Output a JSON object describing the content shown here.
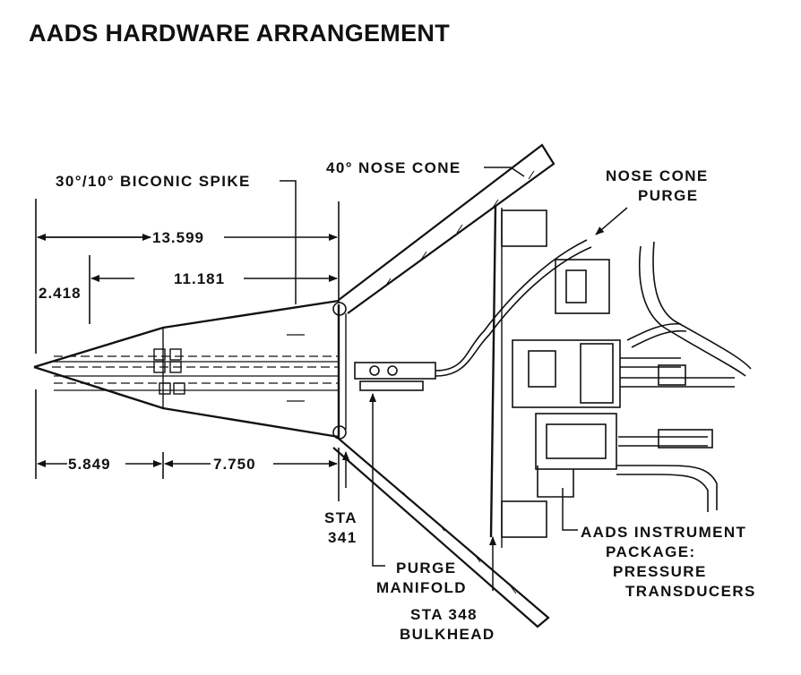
{
  "title": "AADS HARDWARE ARRANGEMENT",
  "labels": {
    "spike": "30°/10° BICONIC SPIKE",
    "nose_cone": "40° NOSE CONE",
    "nose_cone_purge_line1": "NOSE CONE",
    "nose_cone_purge_line2": "PURGE",
    "sta341_line1": "STA",
    "sta341_line2": "341",
    "purge_manifold_line1": "PURGE",
    "purge_manifold_line2": "MANIFOLD",
    "sta348_line1": "STA 348",
    "sta348_line2": "BULKHEAD",
    "instrument_line1": "AADS INSTRUMENT",
    "instrument_line2": "PACKAGE:",
    "instrument_line3": "PRESSURE",
    "instrument_line4": "TRANSDUCERS"
  },
  "dimensions": {
    "overall": "13.599",
    "spike_to_sta": "11.181",
    "tip_offset": "2.418",
    "tip_to_mid": "5.849",
    "mid_to_sta": "7.750"
  }
}
